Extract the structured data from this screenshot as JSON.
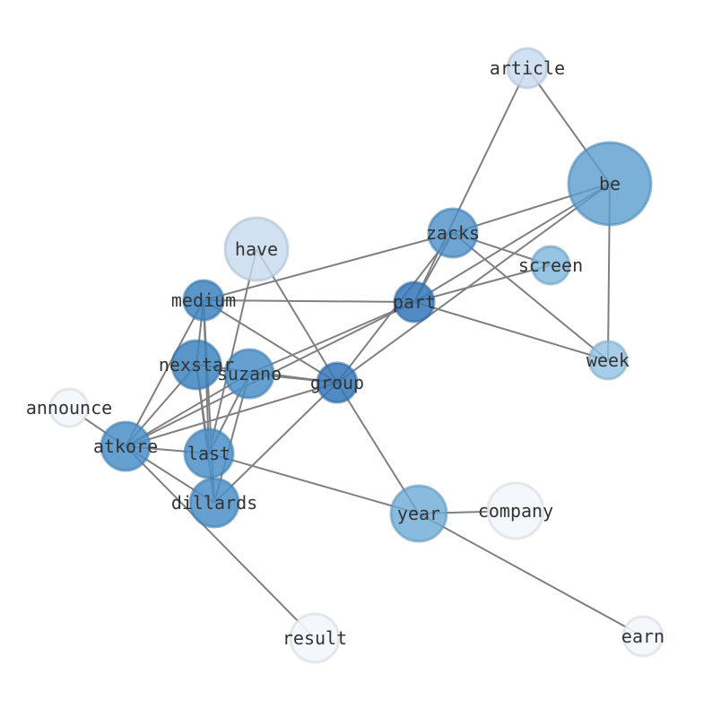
{
  "nodes": [
    {
      "id": "article",
      "label": "article",
      "color": "#c9dcef",
      "opacity": 0.85
    },
    {
      "id": "be",
      "label": "be",
      "color": "#5a9ecf",
      "opacity": 0.8
    },
    {
      "id": "zacks",
      "label": "zacks",
      "color": "#4a8fc8",
      "opacity": 0.8
    },
    {
      "id": "screen",
      "label": "screen",
      "color": "#7cb5dc",
      "opacity": 0.8
    },
    {
      "id": "have",
      "label": "have",
      "color": "#c6d9ee",
      "opacity": 0.8
    },
    {
      "id": "medium",
      "label": "medium",
      "color": "#3e84c0",
      "opacity": 0.85
    },
    {
      "id": "part",
      "label": "part",
      "color": "#3477b8",
      "opacity": 0.85
    },
    {
      "id": "nexstar",
      "label": "nexstar",
      "color": "#3e84c0",
      "opacity": 0.85
    },
    {
      "id": "suzano",
      "label": "suzano",
      "color": "#4a8fc8",
      "opacity": 0.85
    },
    {
      "id": "group",
      "label": "group",
      "color": "#3477b8",
      "opacity": 0.85
    },
    {
      "id": "week",
      "label": "week",
      "color": "#92c2e1",
      "opacity": 0.8
    },
    {
      "id": "announce",
      "label": "announce",
      "color": "#f3f7fc",
      "opacity": 0.9
    },
    {
      "id": "atkore",
      "label": "atkore",
      "color": "#4a8fc8",
      "opacity": 0.85
    },
    {
      "id": "last",
      "label": "last",
      "color": "#4a8fc8",
      "opacity": 0.85
    },
    {
      "id": "dillards",
      "label": "dillards",
      "color": "#4a8fc8",
      "opacity": 0.85
    },
    {
      "id": "year",
      "label": "year",
      "color": "#6caad7",
      "opacity": 0.8
    },
    {
      "id": "company",
      "label": "company",
      "color": "#f3f7fc",
      "opacity": 0.9
    },
    {
      "id": "result",
      "label": "result",
      "color": "#f3f7fc",
      "opacity": 0.9
    },
    {
      "id": "earn",
      "label": "earn",
      "color": "#f3f7fc",
      "opacity": 0.9
    }
  ],
  "edges": [
    [
      "article",
      "be"
    ],
    [
      "article",
      "part"
    ],
    [
      "be",
      "zacks"
    ],
    [
      "be",
      "part"
    ],
    [
      "be",
      "group"
    ],
    [
      "be",
      "week"
    ],
    [
      "zacks",
      "screen"
    ],
    [
      "zacks",
      "week"
    ],
    [
      "zacks",
      "medium"
    ],
    [
      "zacks",
      "part"
    ],
    [
      "zacks",
      "group"
    ],
    [
      "screen",
      "part"
    ],
    [
      "have",
      "group"
    ],
    [
      "have",
      "last"
    ],
    [
      "medium",
      "part"
    ],
    [
      "medium",
      "group"
    ],
    [
      "medium",
      "nexstar"
    ],
    [
      "medium",
      "atkore"
    ],
    [
      "medium",
      "last"
    ],
    [
      "medium",
      "dillards"
    ],
    [
      "part",
      "week"
    ],
    [
      "part",
      "suzano"
    ],
    [
      "part",
      "atkore"
    ],
    [
      "nexstar",
      "group"
    ],
    [
      "nexstar",
      "atkore"
    ],
    [
      "nexstar",
      "last"
    ],
    [
      "nexstar",
      "dillards"
    ],
    [
      "suzano",
      "group"
    ],
    [
      "suzano",
      "atkore"
    ],
    [
      "suzano",
      "last"
    ],
    [
      "suzano",
      "dillards"
    ],
    [
      "group",
      "atkore"
    ],
    [
      "group",
      "dillards"
    ],
    [
      "group",
      "year"
    ],
    [
      "atkore",
      "last"
    ],
    [
      "atkore",
      "dillards"
    ],
    [
      "atkore",
      "result"
    ],
    [
      "announce",
      "atkore"
    ],
    [
      "last",
      "year"
    ],
    [
      "year",
      "company"
    ],
    [
      "year",
      "earn"
    ]
  ]
}
